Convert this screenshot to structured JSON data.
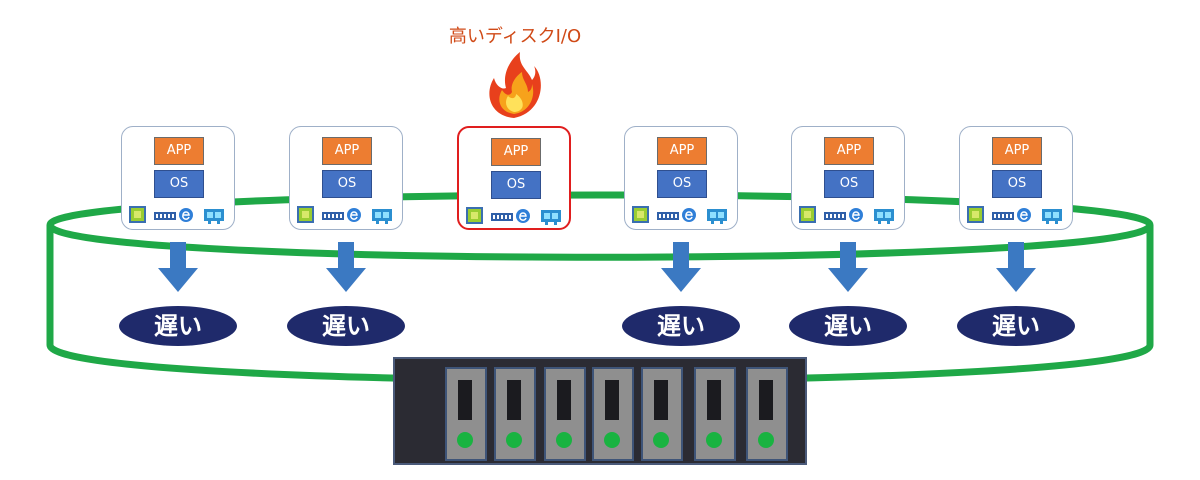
{
  "hot_label": "高いディスクI/O",
  "vms": [
    {
      "app": "APP",
      "os": "OS",
      "hot": false,
      "status": "遅い"
    },
    {
      "app": "APP",
      "os": "OS",
      "hot": false,
      "status": "遅い"
    },
    {
      "app": "APP",
      "os": "OS",
      "hot": true,
      "status": ""
    },
    {
      "app": "APP",
      "os": "OS",
      "hot": false,
      "status": "遅い"
    },
    {
      "app": "APP",
      "os": "OS",
      "hot": false,
      "status": "遅い"
    },
    {
      "app": "APP",
      "os": "OS",
      "hot": false,
      "status": "遅い"
    }
  ],
  "icons": [
    "flame-icon",
    "cpu-icon",
    "memory-icon",
    "network-icon",
    "nic-icon",
    "arrow-down-icon",
    "disk-drive-icon"
  ],
  "colors": {
    "app": "#ed7d31",
    "os": "#4472c4",
    "ring": "#1fa847",
    "arrow": "#3b79c2",
    "slow_badge": "#1f2a6b",
    "hot_border": "#e01e1e",
    "storage": "#2b2b33",
    "drive_light": "#19b341"
  },
  "storage": {
    "drives": 7
  }
}
